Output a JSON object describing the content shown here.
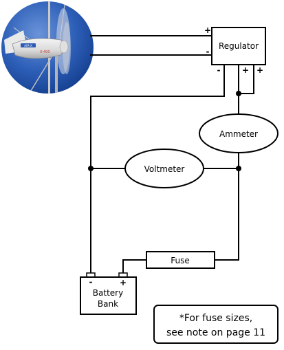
{
  "components": {
    "regulator": "Regulator",
    "ammeter": "Ammeter",
    "voltmeter": "Voltmeter",
    "fuse": "Fuse",
    "battery_line1": "Battery",
    "battery_line2": "Bank"
  },
  "terminals": {
    "regulator_in_pos": "+",
    "regulator_in_neg": "-",
    "regulator_out_neg": "-",
    "regulator_out_pos1": "+",
    "regulator_out_pos2": "+",
    "battery_neg": "-",
    "battery_pos": "+"
  },
  "note": {
    "line1": "*For fuse sizes,",
    "line2": "see note on page 11"
  },
  "wind_turbine_photo": {
    "nameplate_text": "AIR-X",
    "model_text": "X-400"
  }
}
